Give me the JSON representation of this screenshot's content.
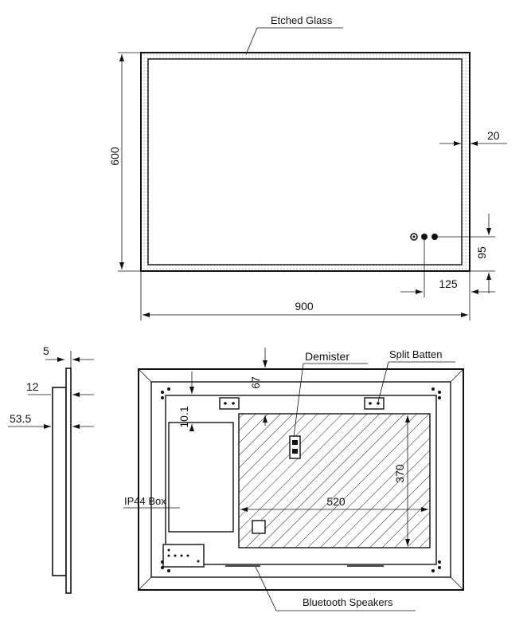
{
  "front_view": {
    "etched_glass_label": "Etched Glass",
    "height_dim": "600",
    "width_dim": "900",
    "border_dim": "20",
    "switch_offset_y_dim": "95",
    "switch_offset_x_dim": "125"
  },
  "side_view": {
    "depth_dim_1": "5",
    "depth_dim_2": "12",
    "depth_dim_3": "53.5"
  },
  "rear_view": {
    "demister_label": "Demister",
    "split_batten_label": "Split Batten",
    "ip44_box_label": "IP44 Box",
    "bluetooth_speakers_label": "Bluetooth Speakers",
    "demister_width_dim": "520",
    "demister_height_dim": "370",
    "top_offset_dim": "67",
    "box_offset_dim": "10.1"
  }
}
